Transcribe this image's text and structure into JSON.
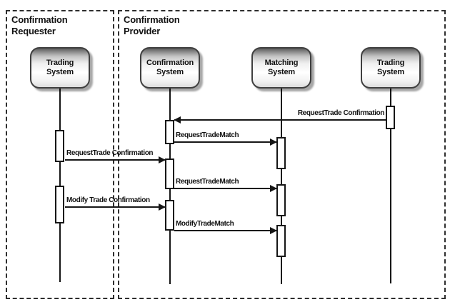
{
  "diagram_type": "uml-sequence-diagram",
  "colors": {
    "background": "#ffffff",
    "line": "#161616",
    "node_border": "#3f3f3f",
    "node_gradient_top": "#5e5e5e",
    "node_gradient_bottom": "#dddddd"
  },
  "frames": [
    {
      "name": "Confirmation Requester",
      "line1": "Confirmation",
      "line2": "Requester"
    },
    {
      "name": "Confirmation Provider",
      "line1": "Confirmation",
      "line2": "Provider"
    }
  ],
  "actors": [
    {
      "name": "Trading System (Requester)",
      "line1": "Trading",
      "line2": "System"
    },
    {
      "name": "Confirmation System",
      "line1": "Confirmation",
      "line2": "System"
    },
    {
      "name": "Matching System",
      "line1": "Matching",
      "line2": "System"
    },
    {
      "name": "Trading System (Provider)",
      "line1": "Trading",
      "line2": "System"
    }
  ],
  "messages": [
    {
      "label": "RequestTrade Confirmation",
      "from": "Trading System (Provider)",
      "to": "Confirmation System",
      "direction": "left"
    },
    {
      "label": "RequestTradeMatch",
      "from": "Confirmation System",
      "to": "Matching System",
      "direction": "right"
    },
    {
      "label": "RequestTrade Confirmation",
      "from": "Trading System (Requester)",
      "to": "Confirmation System",
      "direction": "right"
    },
    {
      "label": "RequestTradeMatch",
      "from": "Confirmation System",
      "to": "Matching System",
      "direction": "right"
    },
    {
      "label": "Modify Trade Confirmation",
      "from": "Trading System (Requester)",
      "to": "Confirmation System",
      "direction": "right"
    },
    {
      "label": "ModifyTradeMatch",
      "from": "Confirmation System",
      "to": "Matching System",
      "direction": "right"
    }
  ]
}
